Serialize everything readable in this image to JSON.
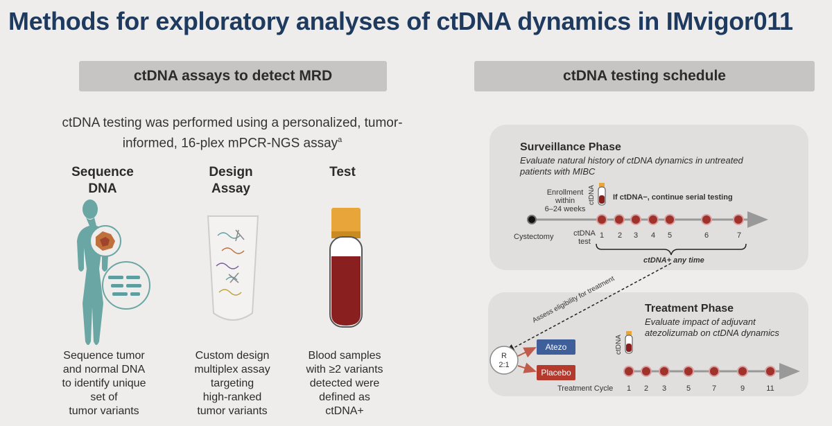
{
  "title": "Methods for exploratory analyses of ctDNA dynamics in IMvigor011",
  "left": {
    "banner": "ctDNA assays to detect MRD",
    "intro_main": "ctDNA testing was performed using a personalized, tumor-informed, 16-plex mPCR-NGS assay",
    "intro_sup": "a",
    "steps": [
      {
        "head1": "Sequence",
        "head2": "DNA",
        "desc": [
          "Sequence tumor",
          "and normal DNA",
          "to identify unique",
          "set of",
          "tumor variants"
        ]
      },
      {
        "head1": "Design",
        "head2": "Assay",
        "desc": [
          "Custom design",
          "multiplex assay",
          "targeting",
          "high-ranked",
          "tumor variants"
        ]
      },
      {
        "head1": "Test",
        "head2": "",
        "desc": [
          "Blood samples",
          "with ≥2 variants",
          "detected were",
          "defined as",
          "ctDNA+"
        ]
      }
    ]
  },
  "right": {
    "banner": "ctDNA testing schedule",
    "surveillance": {
      "title": "Surveillance Phase",
      "subtitle1": "Evaluate natural history of ctDNA dynamics in untreated",
      "subtitle2": "patients with MIBC",
      "enroll": [
        "Enrollment",
        "within",
        "6–24 weeks"
      ],
      "tube_label": "ctDNA",
      "negative_note": "If ctDNA−, continue serial testing",
      "start_label": "Cystectomy",
      "test_label1": "ctDNA",
      "test_label2": "test",
      "timepoints": [
        "1",
        "2",
        "3",
        "4",
        "5",
        "6",
        "7"
      ],
      "positive_note": "ctDNA+ any time"
    },
    "link_label": "Assess eligibility for treatment",
    "treatment": {
      "title": "Treatment Phase",
      "subtitle1": "Evaluate impact of adjuvant",
      "subtitle2": "atezolizumab on ctDNA dynamics",
      "rand1": "R",
      "rand2": "2:1",
      "arm1": "Atezo",
      "arm2": "Placebo",
      "tube_label": "ctDNA",
      "cycle_label": "Treatment Cycle",
      "cycles": [
        "1",
        "2",
        "3",
        "5",
        "7",
        "9",
        "11"
      ]
    }
  },
  "colors": {
    "title": "#1f3a5f",
    "marker": "#a0322c",
    "atezo": "#3f5f9a",
    "placebo": "#b33a2c",
    "teal": "#5f9ea0",
    "tube_cap": "#e8a53a"
  }
}
